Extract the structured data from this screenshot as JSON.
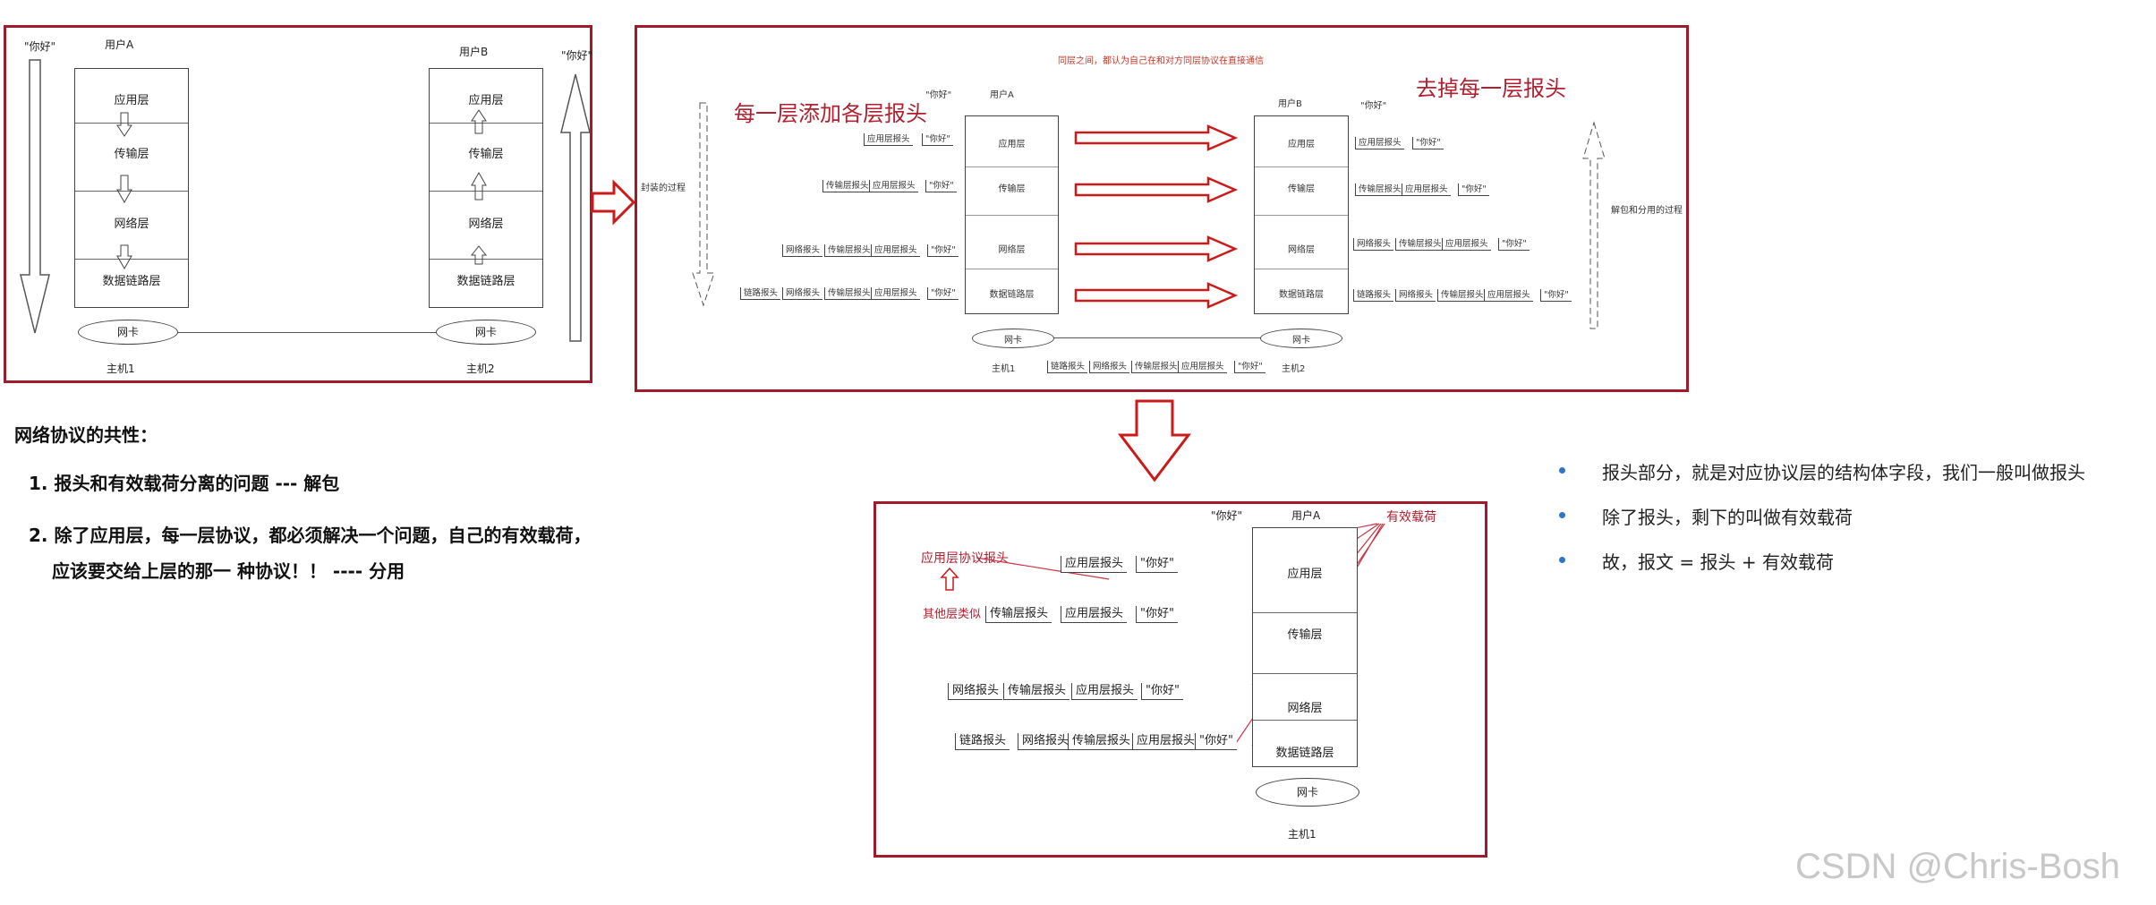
{
  "panel1": {
    "greet_left": "\"你好\"",
    "user_a": "用户A",
    "user_b": "用户B",
    "greet_right": "\"你好\"",
    "layers": [
      "应用层",
      "传输层",
      "网络层",
      "数据链路层"
    ],
    "nic": "网卡",
    "host1": "主机1",
    "host2": "主机2"
  },
  "panel2": {
    "top_note": "同层之间，都认为自己在和对方同层协议在直接通信",
    "add_headers": "每一层添加各层报头",
    "remove_headers": "去掉每一层报头",
    "encap_process": "封装的过程",
    "decap_process": "解包和分用的过程",
    "greet": "\"你好\"",
    "user_a": "用户A",
    "user_b": "用户B",
    "layers_left": [
      "应用层",
      "传输层",
      "网络层",
      "数据链路层"
    ],
    "layers_right": [
      "应用层",
      "传输层",
      "网络层",
      "数据链路层"
    ],
    "nic": "网卡",
    "host1": "主机1",
    "host2": "主机2",
    "headers": {
      "app": "应用层报头",
      "transport": "传输层报头",
      "network": "网络报头",
      "link": "链路报头"
    }
  },
  "panel3": {
    "greet": "\"你好\"",
    "user_a": "用户A",
    "payload_label": "有效载荷",
    "app_header_label": "应用层协议报头",
    "others_similar": "其他层类似",
    "layers": [
      "应用层",
      "传输层",
      "网络层",
      "数据链路层"
    ],
    "nic": "网卡",
    "host1": "主机1",
    "headers": {
      "app": "应用层报头",
      "transport": "传输层报头",
      "network": "网络报头",
      "link": "链路报头"
    }
  },
  "commonality": {
    "title": "网络协议的共性：",
    "point1": "1. 报头和有效载荷分离的问题 --- 解包",
    "point2_line1": "2. 除了应用层，每一层协议，都必须解决一个问题，自己的有效载荷，",
    "point2_line2": "应该要交给上层的那一 种协议！！  ---- 分用"
  },
  "bullets": [
    "报头部分，就是对应协议层的结构体字段，我们一般叫做报头",
    "除了报头，剩下的叫做有效载荷",
    "故，报文 = 报头 + 有效载荷"
  ],
  "watermark": "CSDN @Chris-Bosh",
  "colors": {
    "frame": "#a11a2a",
    "red_text": "#b22030",
    "arrow_red": "#cc1a1a",
    "bullet": "#2e74c8"
  }
}
